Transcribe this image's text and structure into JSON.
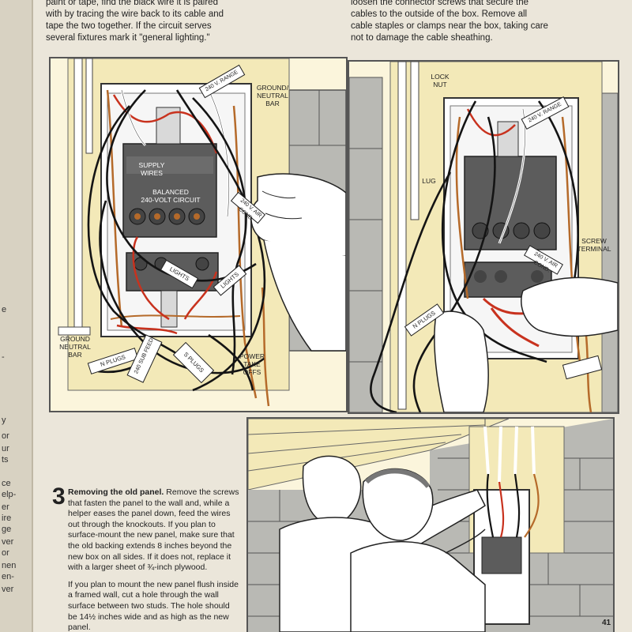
{
  "text": {
    "left_intro": "paint or tape, find the black wire it is paired with by tracing the wire back to its cable and tape the two together. If the circuit serves several fixtures mark it \"general lighting.\"",
    "right_intro": "loosen the connector screws that secure the cables to the outside of the box. Remove all cable staples or clamps near the box, taking care not to damage the cable sheathing.",
    "step3_number": "3",
    "step3_title": "Removing the old panel.",
    "step3_body": "Remove the screws that fasten the panel to the wall and, while a helper eases the panel down, feed the wires out through the knockouts. If you plan to surface-mount the new panel, make sure that the old backing extends 8 inches beyond the new box on all sides. If it does not, replace it with a larger sheet of ¾-inch plywood.",
    "step3_body2": "If you plan to mount the new panel flush inside a framed wall, cut a hole through the wall surface between two studs. The hole should be 14½ inches wide and as high as the new panel.",
    "page_number": "41"
  },
  "labels": {
    "ground_neutral_bar_top": "GROUND/\nNEUTRAL\nBAR",
    "supply_wires": "SUPPLY\nWIRES",
    "balanced": "BALANCED\n240-VOLT CIRCUIT",
    "range_tag": "240 V. RANGE",
    "air_cond_tag": "240 V. AIR COND.",
    "lights_tag1": "LIGHTS",
    "lights_tag2": "LIGHTS",
    "ground_neutral_bar_bottom": "GROUND\nNEUTRAL\nBAR",
    "n_plugs": "N PLUGS",
    "sub_feed": "240 SUB FEED",
    "s_plugs": "S PLUGS",
    "power_take_offs": "POWER\nTAKE\nOFFS",
    "lock_nut": "LOCK\nNUT",
    "lug": "LUG",
    "screw_terminal": "SCREW\nTERMINAL",
    "range_tag_r": "240 V. RANGE",
    "air_cond_tag_r": "240 V. AIR COND.",
    "n_plugs_r": "N PLUGS"
  },
  "prev_page_fragments": [
    "e",
    "-",
    "y",
    "or",
    "ur",
    "ts",
    "ce",
    "elp-",
    "er",
    "ire",
    "ge",
    "ver",
    "or",
    "nen",
    "en-",
    "ver"
  ],
  "colors": {
    "illus_bg": "#fbf5dc",
    "wall": "#b9b9b4",
    "panel": "#5c5c5c",
    "wire_black": "#141414",
    "wire_red": "#c8321e",
    "wire_brown": "#b56a2a",
    "wire_white": "#ffffff"
  }
}
